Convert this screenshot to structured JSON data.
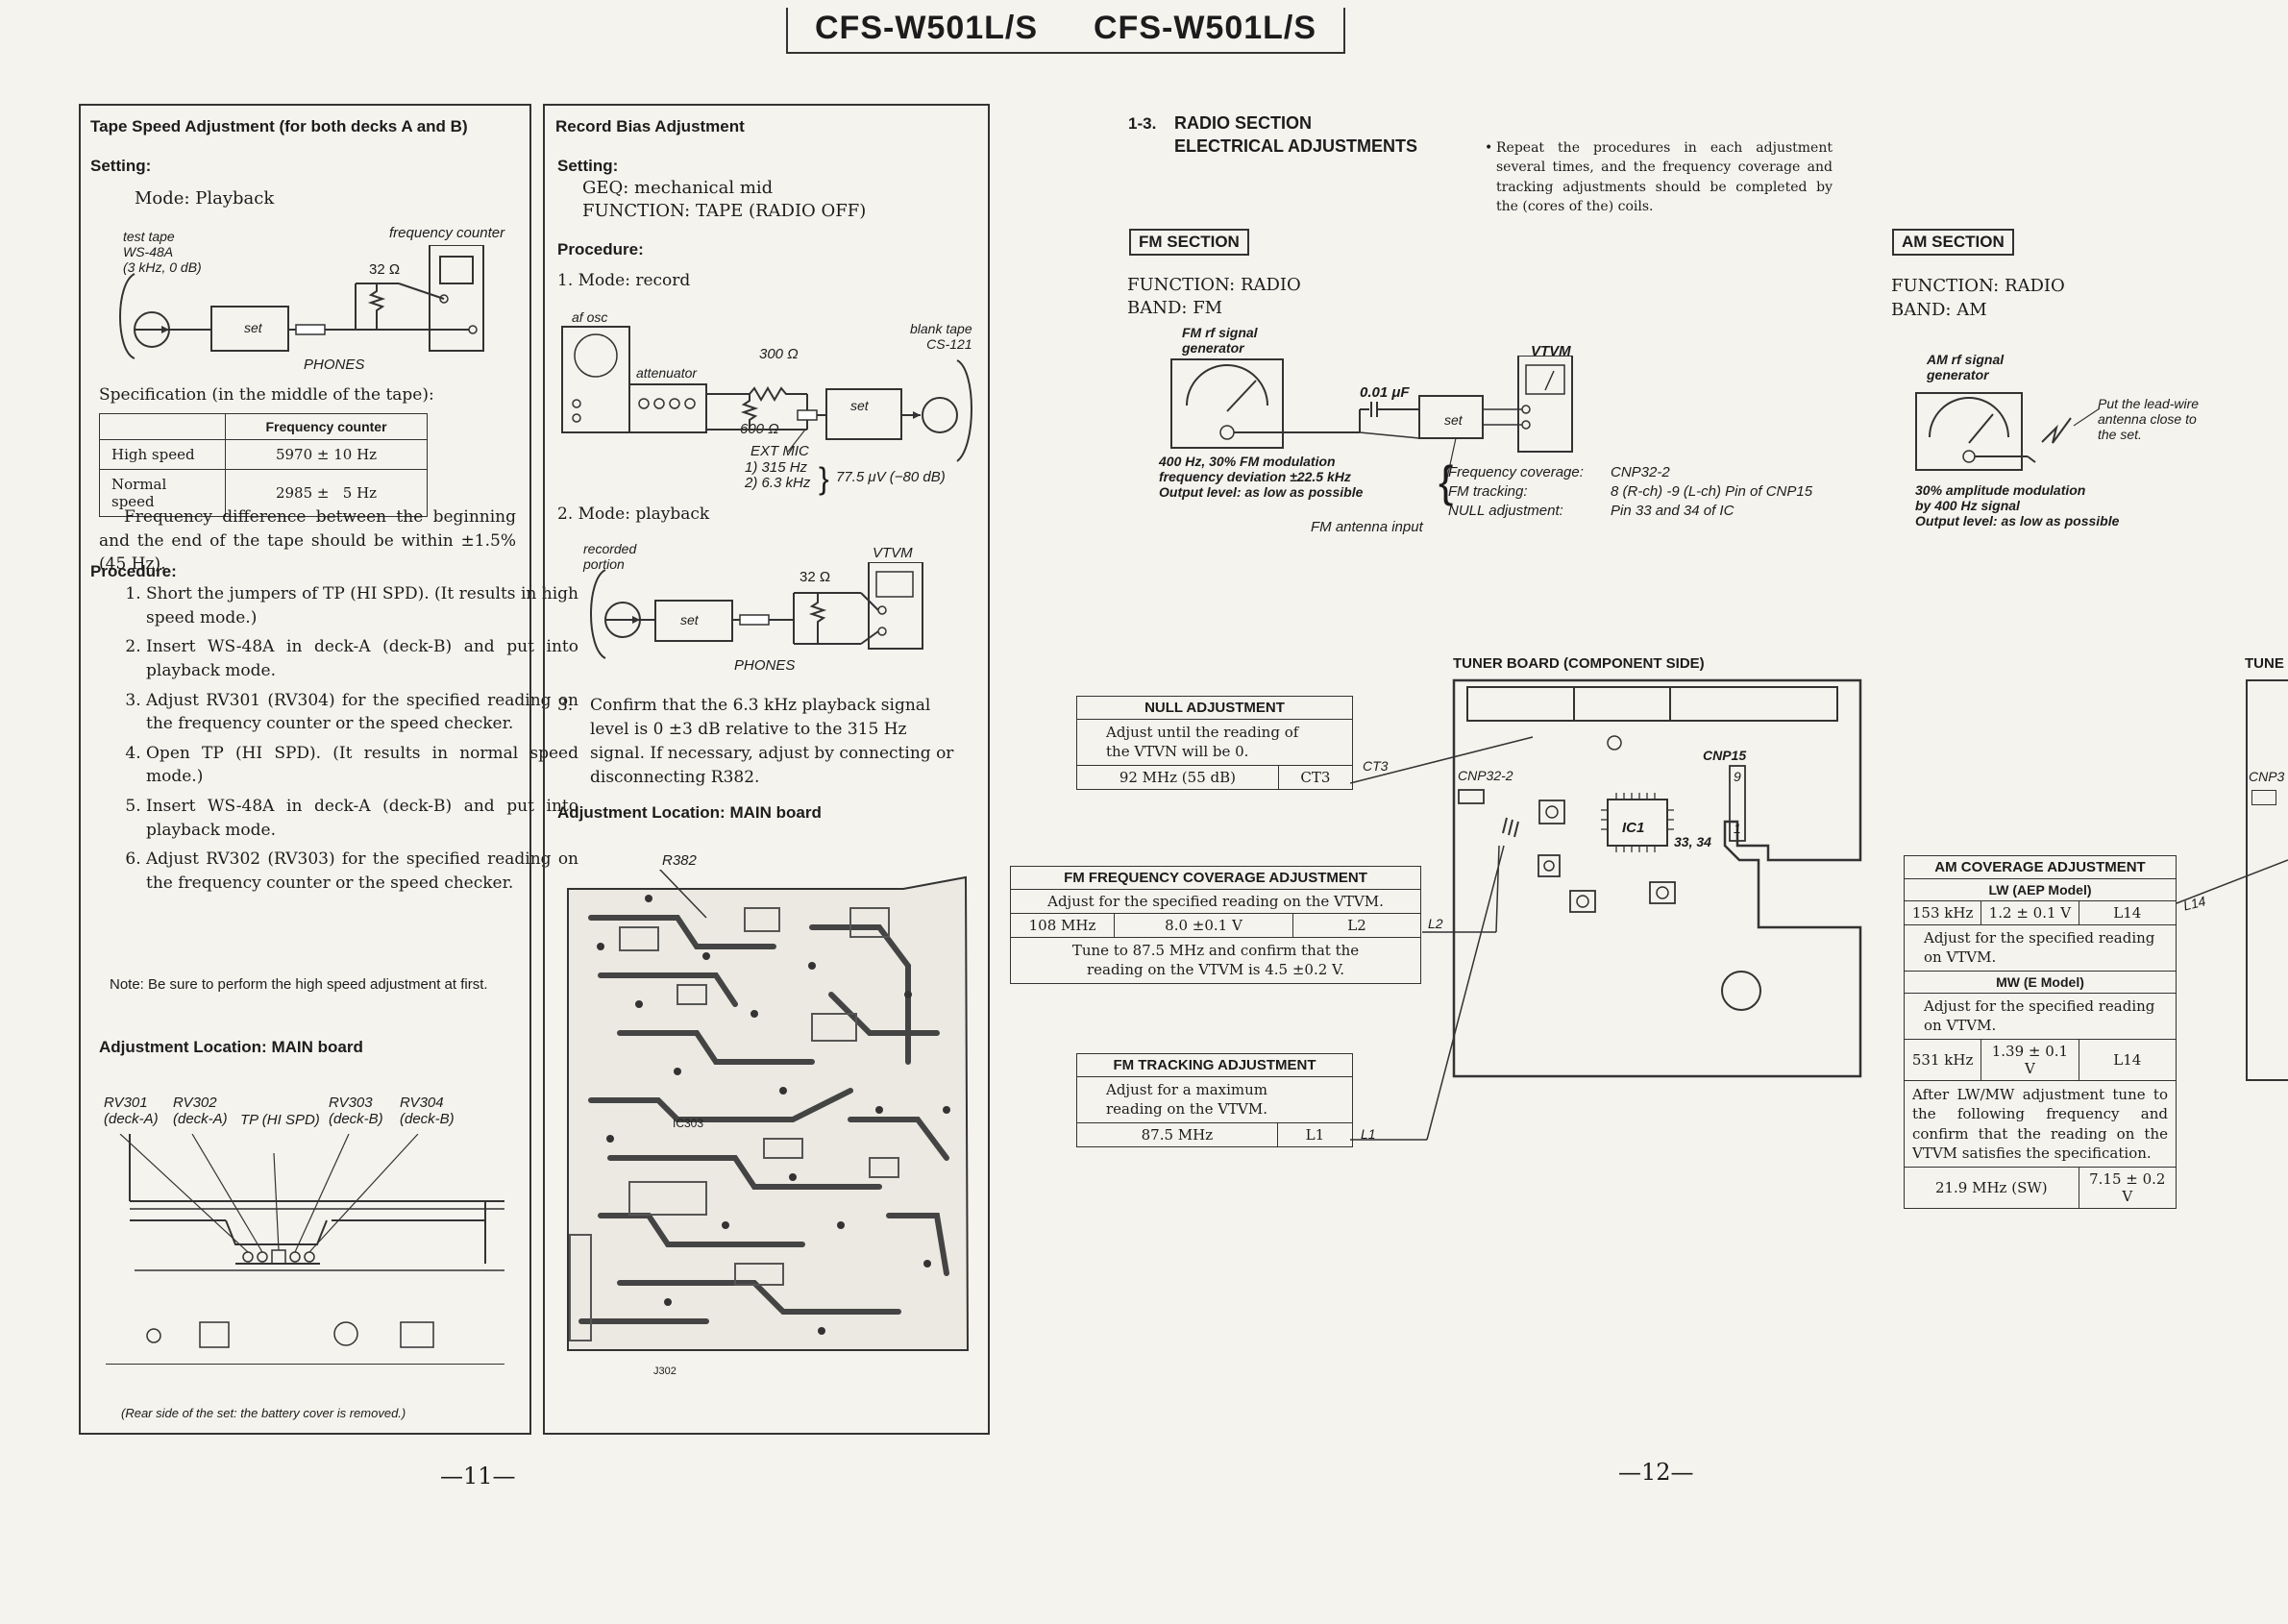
{
  "header": {
    "model_left": "CFS-W501L/S",
    "model_right": "CFS-W501L/S"
  },
  "page_numbers": {
    "left": "—11—",
    "right": "—12—"
  },
  "tape_speed": {
    "title": "Tape Speed Adjustment (for both decks A and B)",
    "setting_label": "Setting:",
    "mode": "Mode:  Playback",
    "test_tape_lines": [
      "test tape",
      "WS-48A",
      "(3 kHz, 0 dB)"
    ],
    "freq_counter": "frequency counter",
    "resistor": "32 Ω",
    "set": "set",
    "phones": "PHONES",
    "spec_label": "Specification (in the middle of the tape):",
    "table_header": "Frequency counter",
    "rows": [
      {
        "label": "High speed",
        "value": "5970 ± 10 Hz"
      },
      {
        "label": "Normal speed",
        "value": "2985 ±   5 Hz"
      }
    ],
    "freq_diff": "Frequency difference between the beginning and the end of the tape should be within ±1.5% (45 Hz).",
    "procedure_label": "Procedure:",
    "steps": [
      "Short the jumpers of TP (HI SPD). (It results in high speed mode.)",
      "Insert WS-48A in deck-A (deck-B) and put into playback mode.",
      "Adjust RV301 (RV304) for the specified reading on the frequency counter or the speed checker.",
      "Open TP (HI SPD). (It results in normal speed mode.)",
      "Insert WS-48A in deck-A (deck-B) and put into playback mode.",
      "Adjust RV302 (RV303) for the specified reading on the frequency counter or the speed checker."
    ],
    "note": "Note:  Be sure to perform the high speed adjustment at first.",
    "adj_location": "Adjustment Location:  MAIN board",
    "rv_labels": [
      "RV301",
      "RV302",
      "TP (HI SPD)",
      "RV303",
      "RV304"
    ],
    "rv_subs": [
      "(deck-A)",
      "(deck-A)",
      "",
      "(deck-B)",
      "(deck-B)"
    ],
    "rear_caption": "(Rear side of the set:  the battery cover is removed.)"
  },
  "record_bias": {
    "title": "Record Bias Adjustment",
    "setting_label": "Setting:",
    "geq": "GEQ:  mechanical mid",
    "function": "FUNCTION:  TAPE (RADIO OFF)",
    "procedure_label": "Procedure:",
    "mode1": "1.  Mode:  record",
    "af_osc": "af osc",
    "attenuator": "attenuator",
    "r300": "300 Ω",
    "r600": "600 Ω",
    "blank_tape_lines": [
      "blank tape",
      "CS-121"
    ],
    "set": "set",
    "ext_mic_lines": [
      "EXT MIC",
      "1)  315 Hz",
      "2)  6.3 kHz"
    ],
    "level": "77.5 μV (−80 dB)",
    "mode2": "2.  Mode:  playback",
    "recorded_portion_lines": [
      "recorded",
      "portion"
    ],
    "vtvm": "VTVM",
    "resistor": "32 Ω",
    "phones": "PHONES",
    "step3": "Confirm that the 6.3 kHz playback signal level is 0 ±3 dB relative to the 315 Hz signal. If necessary, adjust by connecting or disconnecting R382.",
    "adj_location": "Adjustment Location:  MAIN board",
    "r382": "R382",
    "ic303": "IC303",
    "j302": "J302"
  },
  "radio": {
    "section_num": "1-3.",
    "section_title_1": "RADIO SECTION",
    "section_title_2": "ELECTRICAL ADJUSTMENTS",
    "repeat_note": "Repeat the procedures in each adjustment several times, and the frequency coverage and tracking adjustments should be completed by the (cores of the) coils.",
    "fm": {
      "title": "FM SECTION",
      "function": "FUNCTION:  RADIO",
      "band": "BAND:  FM",
      "gen_lines": [
        "FM rf signal",
        "generator"
      ],
      "vtvm": "VTVM",
      "cap": "0.01 μF",
      "set": "set",
      "mod_lines": [
        "400 Hz, 30% FM modulation",
        "frequency deviation ±22.5 kHz",
        "Output level:  as low as possible"
      ],
      "antenna": "FM antenna input",
      "conn_labels": [
        "Frequency coverage:",
        "FM tracking:",
        "NULL adjustment:"
      ],
      "conn_values": [
        "CNP32-2",
        "8 (R-ch) -9 (L-ch) Pin of CNP15",
        "Pin 33 and 34 of IC"
      ]
    },
    "am": {
      "title": "AM SECTION",
      "function": "FUNCTION:  RADIO",
      "band": "BAND:  AM",
      "gen_lines": [
        "AM rf signal",
        "generator"
      ],
      "lead_wire_lines": [
        "Put the lead-wire",
        "antenna close to",
        "the set."
      ],
      "mod_lines": [
        "30% amplitude modulation",
        "by 400 Hz signal",
        "Output level:  as low as possible"
      ]
    },
    "tuner_board": "TUNER BOARD (COMPONENT SIDE)",
    "tuner_cut": "TUNE",
    "cnp3_cut": "CNP3",
    "board_labels": {
      "cnp32": "CNP32-2",
      "cnp15": "CNP15",
      "ic1": "IC1",
      "pins": "33, 34",
      "ct3": "CT3",
      "l2": "L2",
      "l1": "L1",
      "l14": "L14",
      "p9": "9",
      "p1": "1"
    },
    "null_adj": {
      "title": "NULL ADJUSTMENT",
      "desc": "Adjust until the reading of the VTVN will be 0.",
      "freq": "92 MHz (55 dB)",
      "part": "CT3"
    },
    "fm_cov": {
      "title": "FM FREQUENCY COVERAGE ADJUSTMENT",
      "desc": "Adjust for the specified reading on the VTVM.",
      "freq": "108 MHz",
      "value": "8.0 ±0.1 V",
      "part": "L2",
      "tune": "Tune to 87.5 MHz and confirm that the reading on the VTVM is 4.5 ±0.2 V."
    },
    "fm_track": {
      "title": "FM TRACKING ADJUSTMENT",
      "desc": "Adjust for a maximum reading on the VTVM.",
      "freq": "87.5 MHz",
      "part": "L1"
    },
    "am_cov": {
      "title": "AM COVERAGE ADJUSTMENT",
      "lw": "LW (AEP Model)",
      "lw_freq": "153 kHz",
      "lw_value": "1.2 ± 0.1 V",
      "lw_part": "L14",
      "lw_desc": "Adjust for the specified reading on VTVM.",
      "mw": "MW (E Model)",
      "mw_desc": "Adjust for the specified reading on VTVM.",
      "mw_freq": "531 kHz",
      "mw_value": "1.39 ± 0.1 V",
      "mw_part": "L14",
      "after": "After LW/MW adjustment tune to the following frequency and confirm that the reading on the VTVM satisfies the specification.",
      "sw_freq": "21.9 MHz (SW)",
      "sw_value": "7.15 ± 0.2 V"
    }
  }
}
